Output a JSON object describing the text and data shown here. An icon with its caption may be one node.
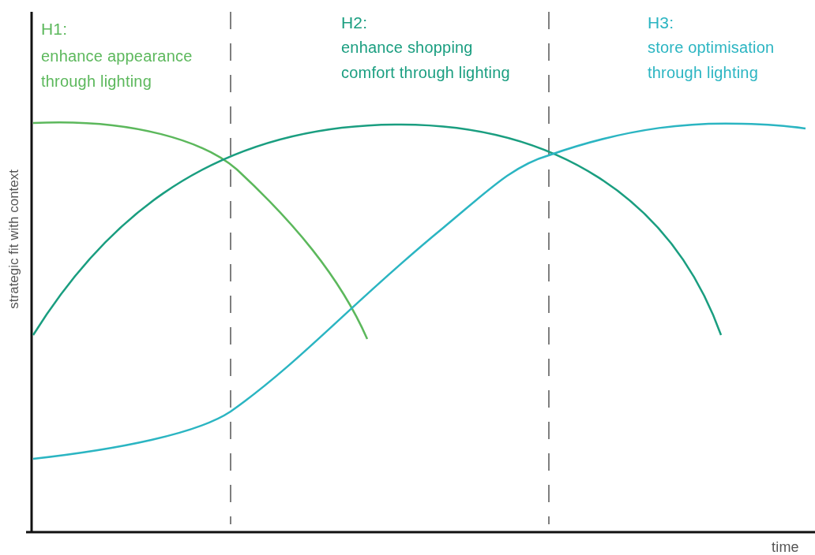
{
  "diagram": {
    "labels": [
      "H1:",
      "enhance appearance through lighting",
      "H2:",
      "enhance shopping comfort through lighting",
      "H3:",
      "store optimisation through lighting",
      "strategic fit with context",
      "time"
    ]
  }
}
